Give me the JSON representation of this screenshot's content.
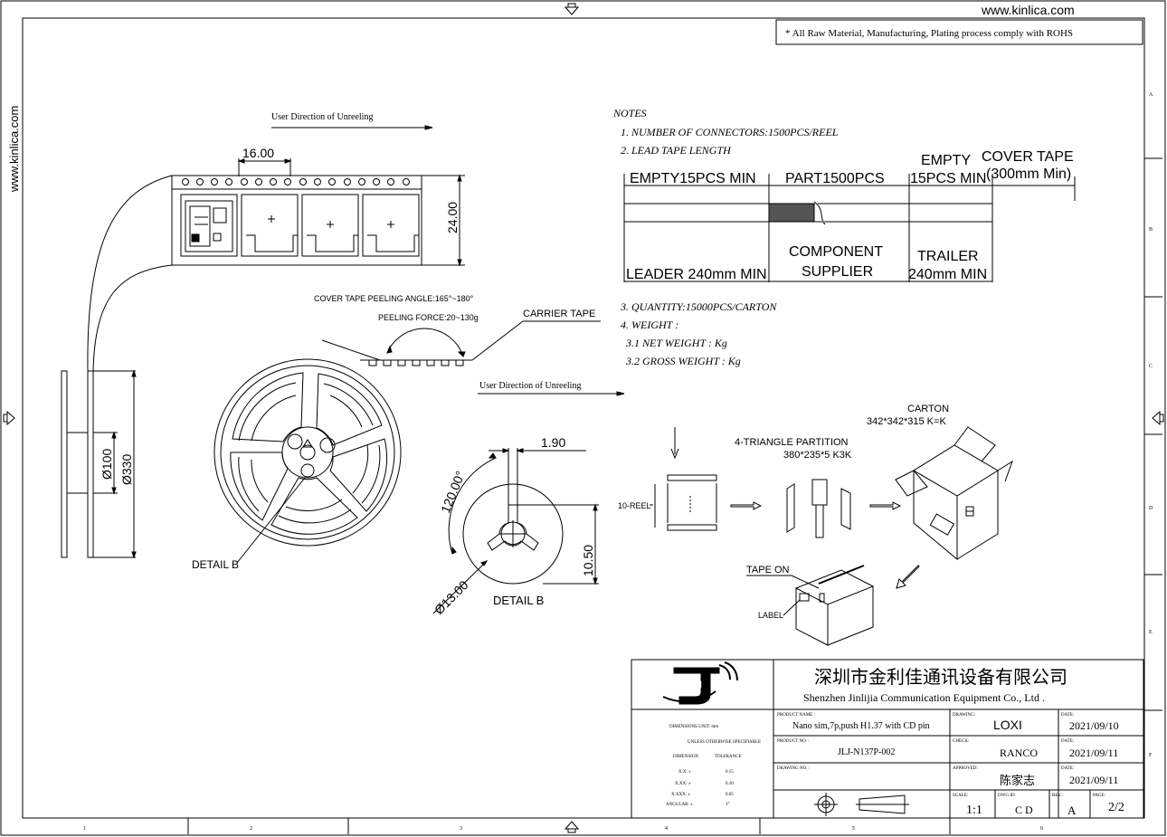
{
  "header": {
    "website": "www.kinlica.com",
    "side_website": "www.kinlica.com",
    "rohs_note": "* All Raw Material, Manufacturing, Plating process comply with ROHS"
  },
  "tape": {
    "direction": "User Direction of Unreeling",
    "pitch": "16.00",
    "width": "24.00"
  },
  "notes": {
    "title": "NOTES",
    "n1": "1.  NUMBER OF CONNECTORS:1500PCS/REEL",
    "n2": "2.  LEAD TAPE LENGTH",
    "empty_lead": "EMPTY15PCS MIN",
    "part": "PART1500PCS",
    "empty": "EMPTY",
    "empty_trail": "15PCS MIN",
    "cover_tape": "COVER TAPE",
    "cover_len": "(300mm Min)",
    "component": "COMPONENT",
    "supplier": "SUPPLIER",
    "leader": "LEADER 240mm MIN",
    "trailer": "TRAILER",
    "trailer_len": "240mm MIN",
    "n3": "3. QUANTITY:15000PCS/CARTON",
    "n4": "4.  WEIGHT :",
    "n41": "3.1 NET WEIGHT :   Kg",
    "n42": "3.2 GROSS WEIGHT :   Kg"
  },
  "reel": {
    "peel_angle": "COVER TAPE PEELING ANGLE:165°~180°",
    "peel_force": "PEELING FORCE:20~130g",
    "carrier": "CARRIER TAPE",
    "direction": "User Direction of Unreeling",
    "hub_dia": "Ø100",
    "reel_dia": "Ø330",
    "detail": "DETAIL B"
  },
  "detail_b": {
    "slot": "1.90",
    "angle": "120.00°",
    "dia": "Ø13.00",
    "height": "10.50",
    "title": "DETAIL B"
  },
  "packing": {
    "carton": "CARTON",
    "carton_size": "342*342*315 K=K",
    "partition": "4-TRIANGLE PARTITION",
    "partition_size": "380*235*5 K3K",
    "reels": "10-REEL",
    "tape_on": "TAPE ON",
    "label": "LABEL"
  },
  "title_block": {
    "company_cn": "深圳市金利佳通讯设备有限公司",
    "company_en": "Shenzhen Jinlijia Communication Equipment Co., Ltd .",
    "logo_text": "JLJ",
    "product_name_label": "PRODUCT NAME :",
    "product_name": "Nano sim,7p,push H1.37 with CD pin",
    "product_no_label": "PRODUCT NO. :",
    "product_no": "JLJ-N137P-002",
    "drawing_no_label": "DRAWING NO. :",
    "drawing_label": "DRAWING:",
    "drawing": "LOXI",
    "check_label": "CHECK:",
    "check": "RANCO",
    "approved_label": "APPROVED:",
    "approved": "陈家志",
    "date_label": "DATE:",
    "date1": "2021/09/10",
    "date2": "2021/09/11",
    "date3": "2021/09/11",
    "scale_label": "SCALE:",
    "scale": "1:1",
    "dwg_id_label": "DWG ID:",
    "dwg_id": "C D",
    "rev_label": "REV.:",
    "rev": "A",
    "page_label": "PAGE:",
    "page": "2/2",
    "dim_unit": "DIMENSIONS UNIT:   mm",
    "unless": "UNLESS OTHERWISE SPECIFIABLE",
    "dimension": "DIMENSION",
    "tolerance": "TOLERANCE",
    "tol_x": "X.X:  ±",
    "tol_x_v": "0.15",
    "tol_xx": "X.XX:  ±",
    "tol_xx_v": "0.10",
    "tol_xxx": "X.XXX:  ±",
    "tol_xxx_v": "0.05",
    "tol_ang": "ANGULAR:  ±",
    "tol_ang_v": "1°"
  },
  "border": {
    "cols": [
      "1",
      "2",
      "3",
      "4",
      "5",
      "6"
    ],
    "rows": [
      "A",
      "B",
      "C",
      "D",
      "E",
      "F"
    ]
  }
}
